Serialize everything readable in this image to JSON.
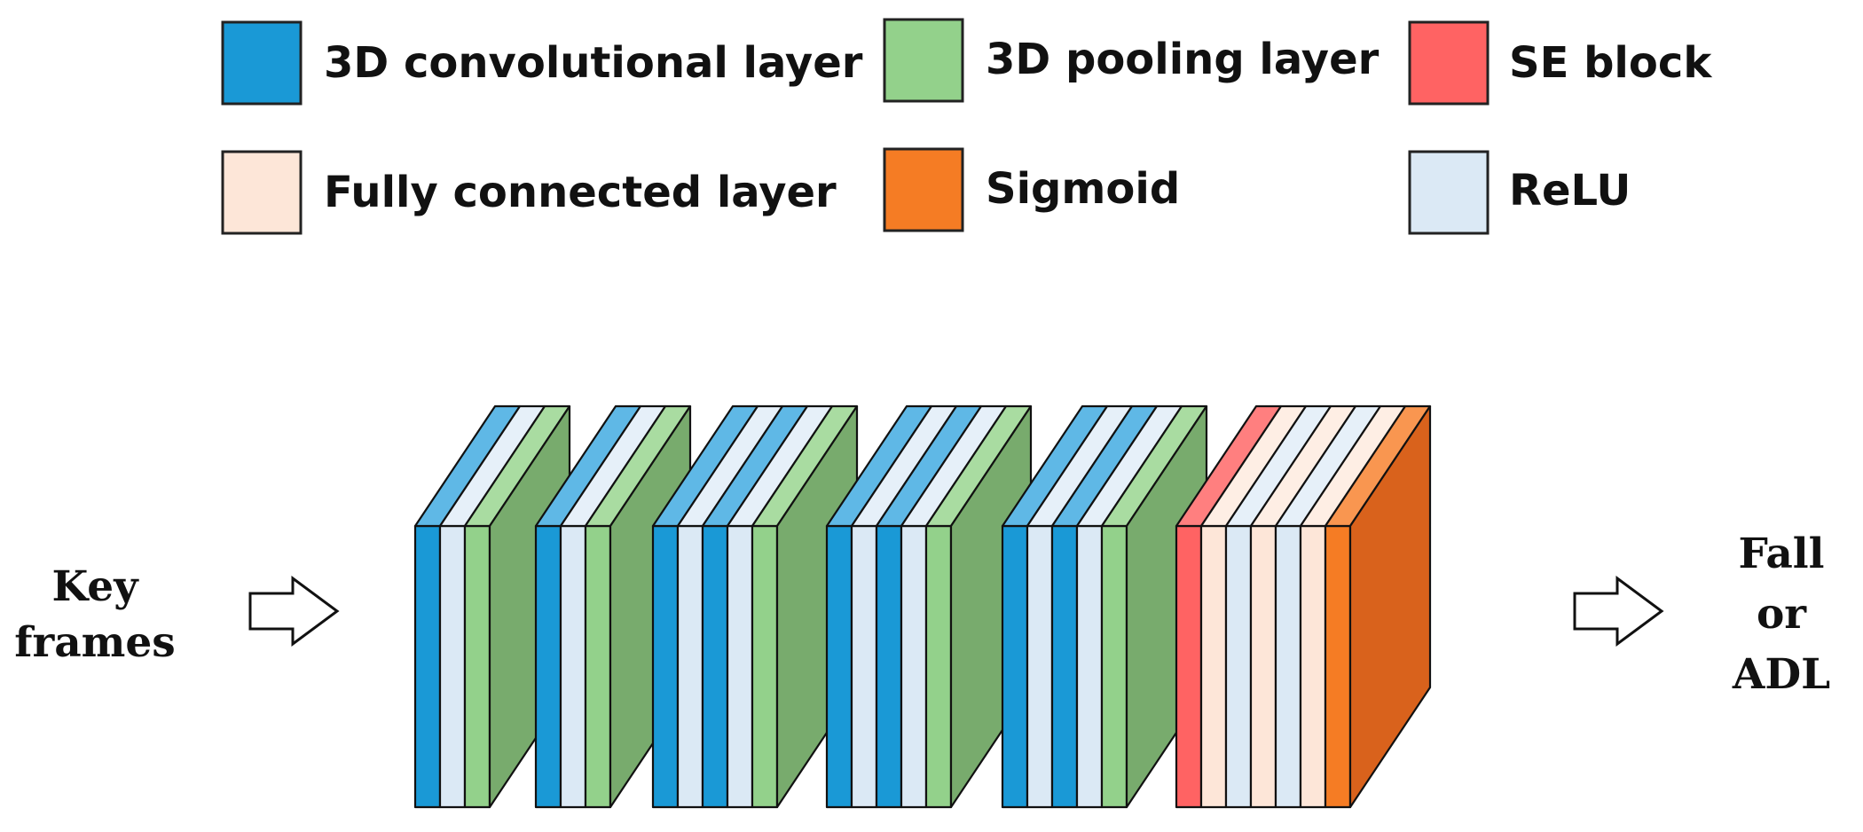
{
  "colors": {
    "conv": "#1a99d6",
    "pool": "#93d18b",
    "se": "#ff6363",
    "fc": "#fde6d8",
    "sigmoid": "#f57c24",
    "relu": "#dbe9f5"
  },
  "legend": [
    {
      "type": "conv",
      "label": "3D convolutional layer"
    },
    {
      "type": "pool",
      "label": "3D pooling layer"
    },
    {
      "type": "se",
      "label": "SE block"
    },
    {
      "type": "fc",
      "label": "Fully connected layer"
    },
    {
      "type": "sigmoid",
      "label": "Sigmoid"
    },
    {
      "type": "relu",
      "label": "ReLU"
    }
  ],
  "input_label": [
    "Key",
    "frames"
  ],
  "output_label": [
    "Fall",
    "or",
    "ADL"
  ],
  "blocks": [
    [
      "conv",
      "relu",
      "pool"
    ],
    [
      "conv",
      "relu",
      "pool"
    ],
    [
      "conv",
      "relu",
      "conv",
      "relu",
      "pool"
    ],
    [
      "conv",
      "relu",
      "conv",
      "relu",
      "pool"
    ],
    [
      "conv",
      "relu",
      "conv",
      "relu",
      "pool"
    ],
    [
      "se",
      "fc",
      "relu",
      "fc",
      "relu",
      "fc",
      "sigmoid"
    ]
  ]
}
